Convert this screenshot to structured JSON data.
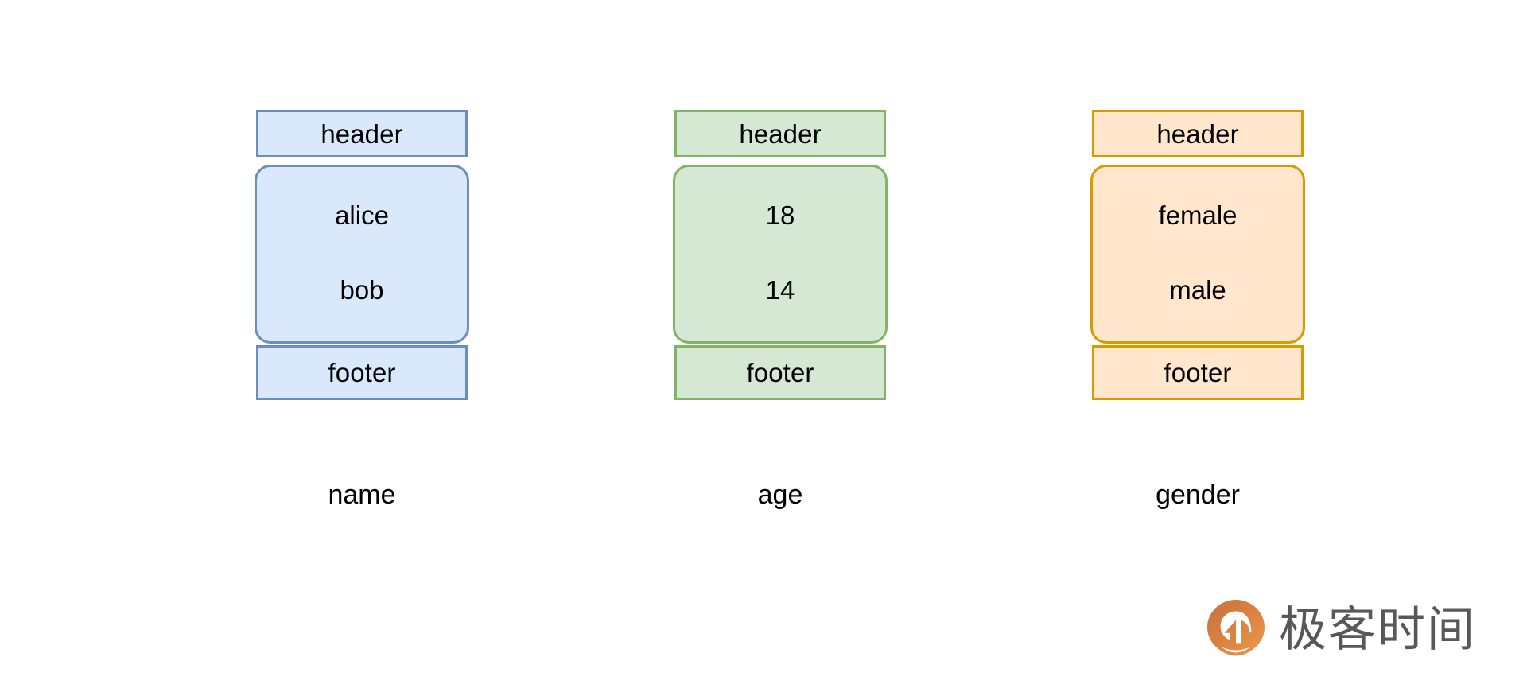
{
  "diagram": {
    "columns": [
      {
        "id": "name",
        "caption": "name",
        "header_label": "header",
        "footer_label": "footer",
        "cells": [
          "alice",
          "bob"
        ],
        "fill": "#dae8fc",
        "stroke": "#6c8ebf"
      },
      {
        "id": "age",
        "caption": "age",
        "header_label": "header",
        "footer_label": "footer",
        "cells": [
          "18",
          "14"
        ],
        "fill": "#d5e8d4",
        "stroke": "#82b366"
      },
      {
        "id": "gender",
        "caption": "gender",
        "header_label": "header",
        "footer_label": "footer",
        "cells": [
          "female",
          "male"
        ],
        "fill": "#ffe6cc",
        "stroke": "#d79b00"
      }
    ]
  },
  "watermark": {
    "text": "极客时间",
    "logo_icon": "geektime-pin-icon",
    "logo_color": "#dd7f3a",
    "text_color": "#58585a"
  },
  "page": {
    "background": "#ffffff"
  }
}
